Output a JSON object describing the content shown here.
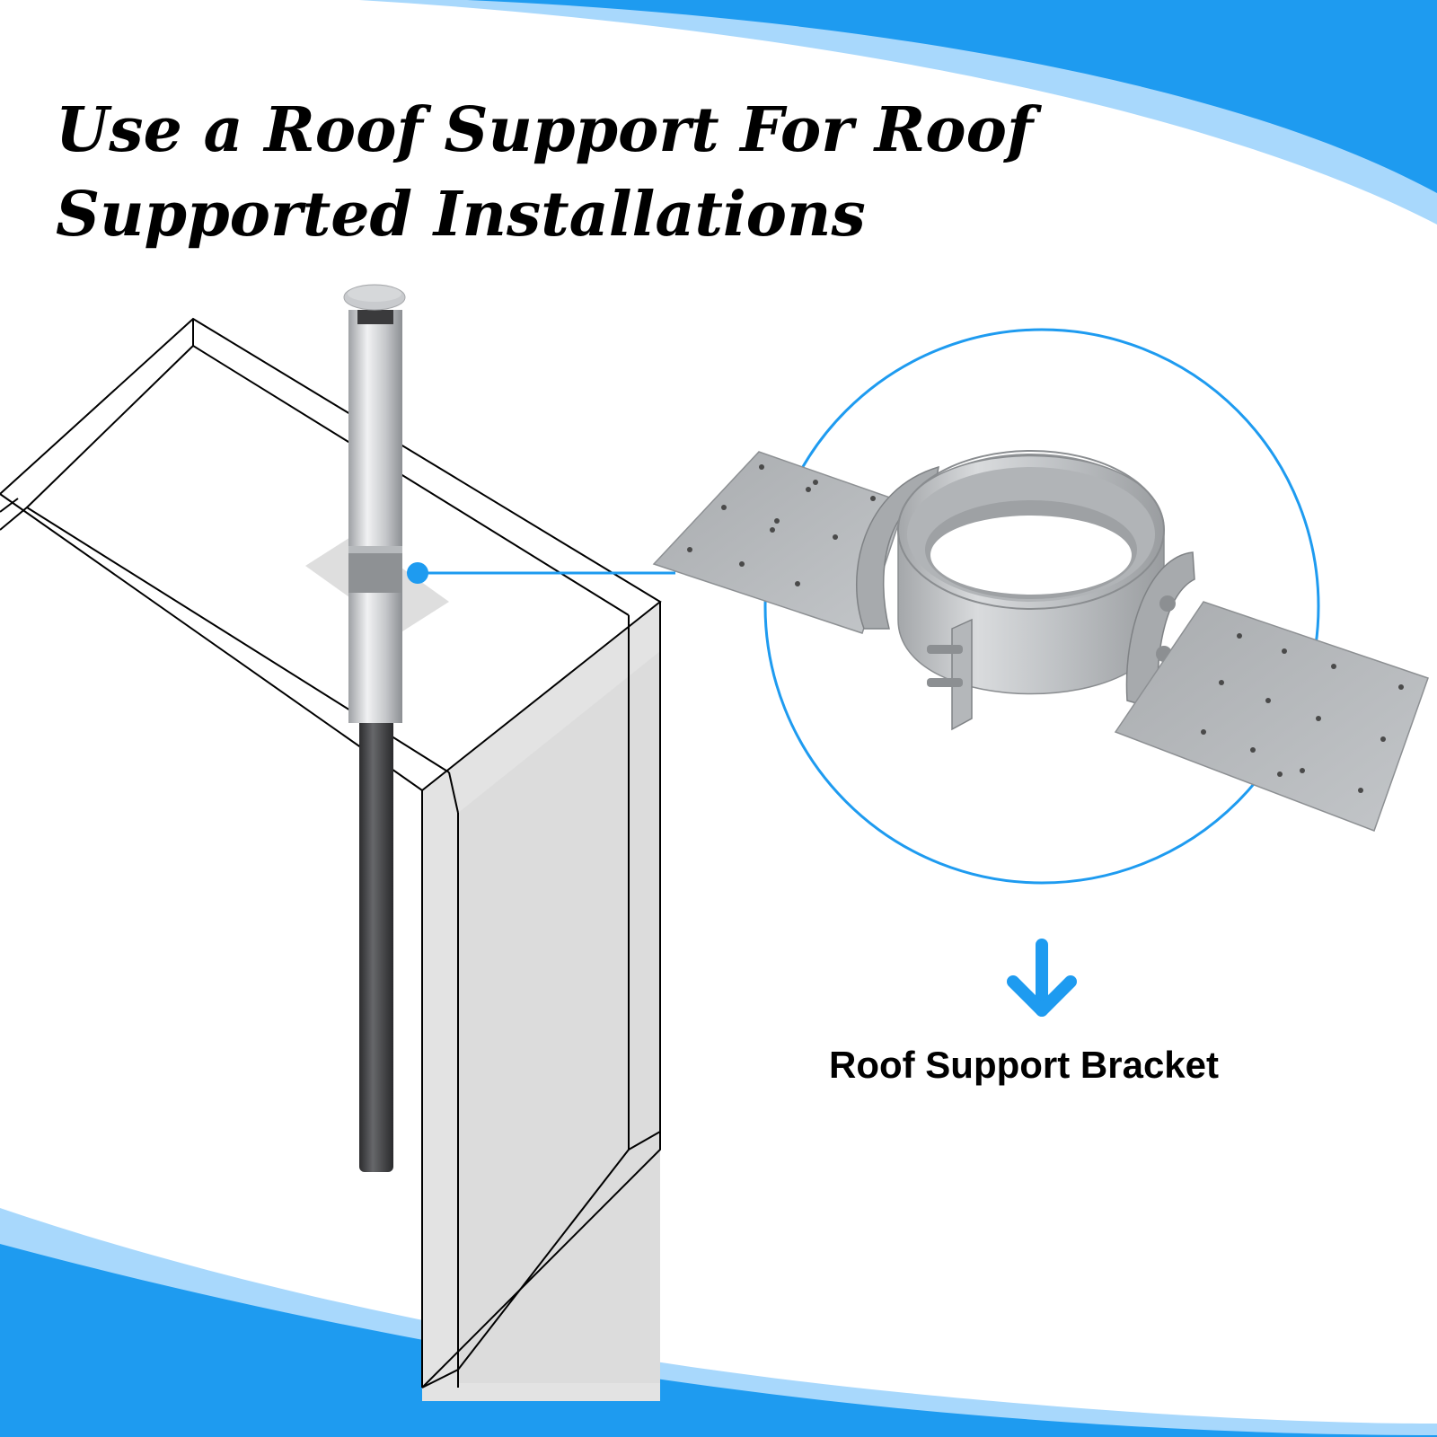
{
  "headline": {
    "line1": "Use a Roof Support For Roof",
    "line2": "Supported Installations"
  },
  "callout": {
    "label": "Roof Support Bracket",
    "arrow_icon": "arrow-down-icon"
  },
  "colors": {
    "accent_blue": "#1e9bf0",
    "light_blue": "#a8d8fc",
    "bg": "#ffffff",
    "text": "#000000",
    "pipe_silver": "#c9cbce",
    "pipe_dark": "#3a3a3c",
    "metal": "#b9bcbf"
  }
}
